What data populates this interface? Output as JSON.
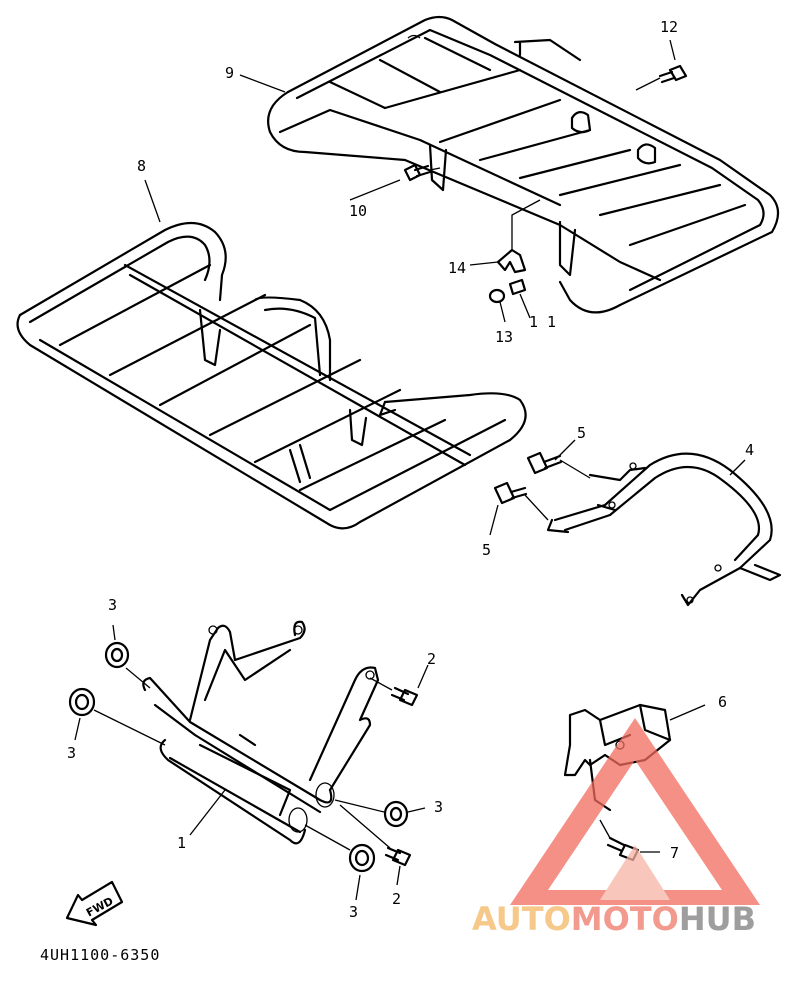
{
  "diagram": {
    "part_code": "4UH1100-6350",
    "direction_label": "FWD",
    "callouts": {
      "c1": "1",
      "c2a": "2",
      "c2b": "2",
      "c3a": "3",
      "c3b": "3",
      "c3c": "3",
      "c3d": "3",
      "c4": "4",
      "c5a": "5",
      "c5b": "5",
      "c6": "6",
      "c7": "7",
      "c8": "8",
      "c9": "9",
      "c10": "10",
      "c11": "1 1",
      "c12": "12",
      "c13": "13",
      "c14": "14"
    }
  },
  "watermark": {
    "part1": "AUTO",
    "part2": "MOTO",
    "part3": "HUB",
    "colors": {
      "auto": "#f6c98a",
      "moto": "#f39a8f",
      "hub": "#9e9e9e",
      "triangle": "#f26b5e"
    }
  }
}
